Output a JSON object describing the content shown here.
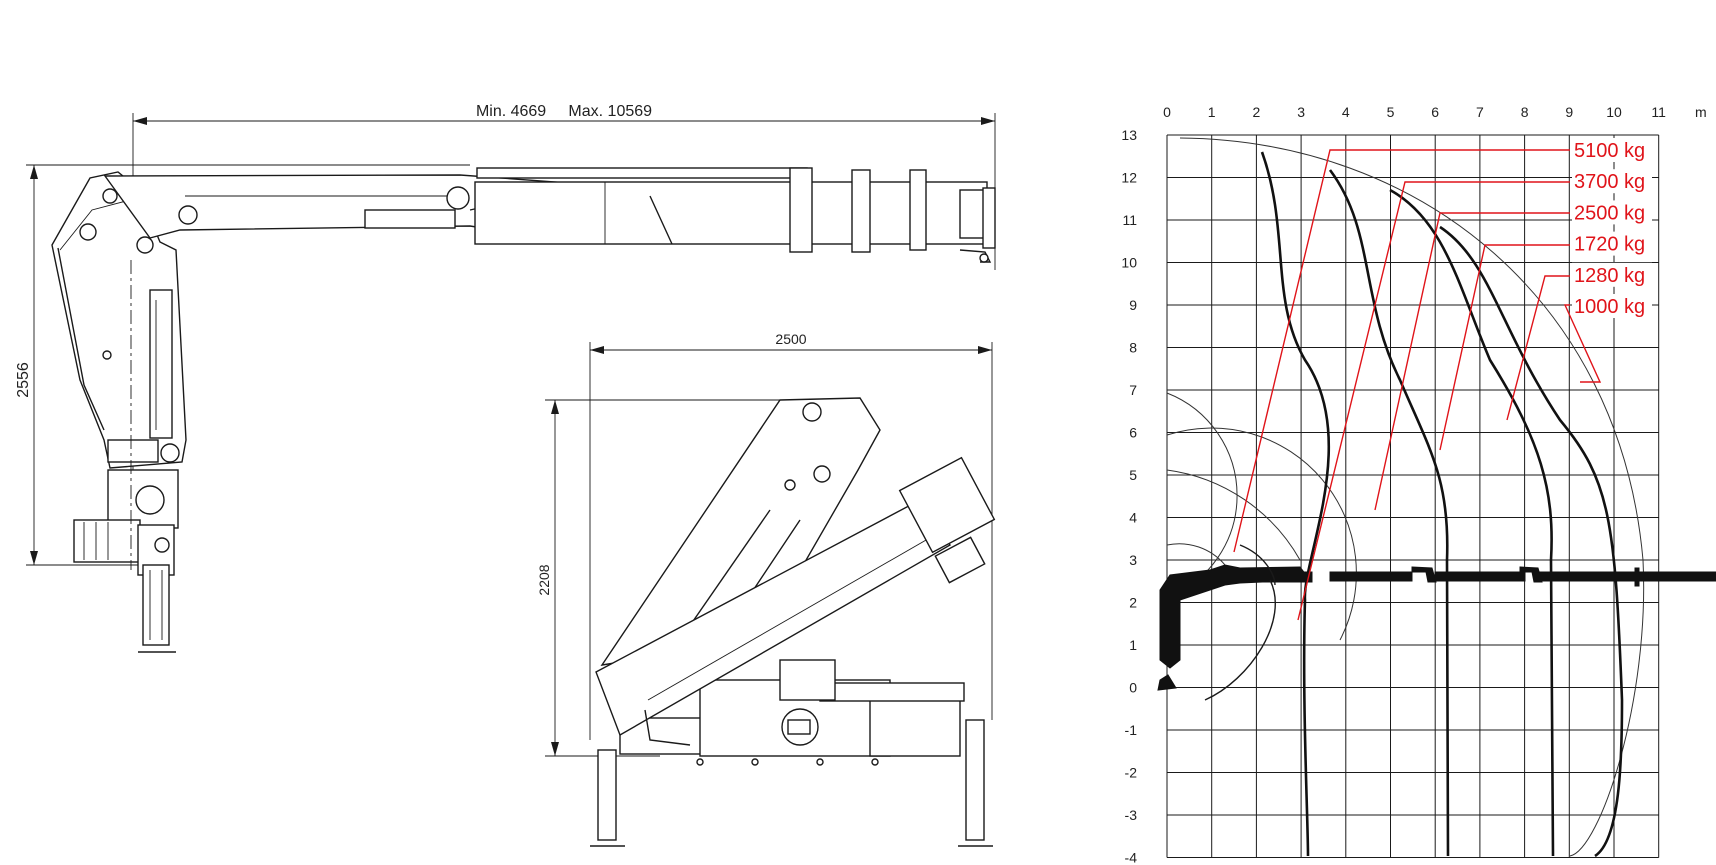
{
  "side_view": {
    "length_label": "Min. 4669     Max. 10569",
    "height_label": "2556"
  },
  "front_view": {
    "width_label": "2500",
    "height_label": "2208"
  },
  "load_chart": {
    "unit_label": "m",
    "x_ticks": [
      "0",
      "1",
      "2",
      "3",
      "4",
      "5",
      "6",
      "7",
      "8",
      "9",
      "10",
      "11"
    ],
    "y_ticks": [
      "13",
      "12",
      "11",
      "10",
      "9",
      "8",
      "7",
      "6",
      "5",
      "4",
      "3",
      "2",
      "1",
      "0",
      "-1",
      "-2",
      "-3",
      "-4"
    ],
    "loads": [
      {
        "label": "5100 kg",
        "reach_m": 3
      },
      {
        "label": "3700 kg",
        "reach_m": 4.6
      },
      {
        "label": "2500 kg",
        "reach_m": 6.6
      },
      {
        "label": "1720 kg",
        "reach_m": 8.6
      },
      {
        "label": "1280 kg",
        "reach_m": 10.5
      },
      {
        "label": "1000 kg",
        "reach_m": 11
      }
    ],
    "accent_color": "#e0141a"
  }
}
